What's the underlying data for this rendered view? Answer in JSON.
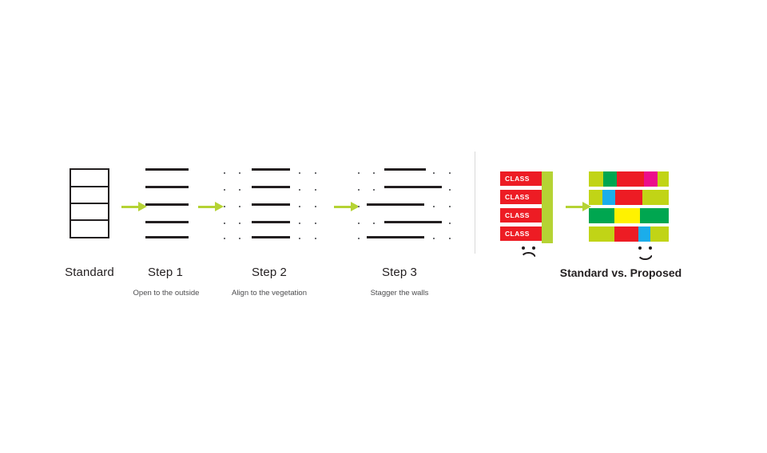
{
  "figure": {
    "background": "#ffffff",
    "accent_green": "#b5d334",
    "ink": "#231f20",
    "divider_color": "#d9d9d9"
  },
  "left_panel": {
    "stages": [
      {
        "id": "standard",
        "title": "Standard",
        "caption": "",
        "type": "closed-box",
        "cells": 4
      },
      {
        "id": "step-1",
        "title": "Step 1",
        "caption": "Open to the outside",
        "type": "open-walls",
        "walls": 5,
        "vegetation": false
      },
      {
        "id": "step-2",
        "title": "Step 2",
        "caption": "Align to the vegetation",
        "type": "open-walls",
        "walls": 5,
        "vegetation": true
      },
      {
        "id": "step-3",
        "title": "Step 3",
        "caption": "Stagger the walls",
        "type": "staggered-walls",
        "walls": 5,
        "vegetation": true
      }
    ],
    "arrows": [
      {
        "name": "arrow-standard-to-step1"
      },
      {
        "name": "arrow-step1-to-step2"
      },
      {
        "name": "arrow-step2-to-step3"
      }
    ]
  },
  "right_panel": {
    "title": "Standard vs. Proposed",
    "standard": {
      "label": "CLASS",
      "bar_color": "#ed1c24",
      "bar_text_color": "#ffffff",
      "corridor_color": "#b5d334",
      "rows": [
        {
          "label": "CLASS"
        },
        {
          "label": "CLASS"
        },
        {
          "label": "CLASS"
        },
        {
          "label": "CLASS"
        }
      ],
      "sentiment": "sad"
    },
    "proposed": {
      "sentiment": "happy",
      "rows": [
        {
          "cells": [
            {
              "color": "#c1d416",
              "width": 18
            },
            {
              "color": "#00a650",
              "width": 17
            },
            {
              "color": "#ed1c24",
              "width": 34
            },
            {
              "color": "#ec0d8c",
              "width": 17
            },
            {
              "color": "#c1d416",
              "width": 14
            }
          ]
        },
        {
          "cells": [
            {
              "color": "#c1d416",
              "width": 17
            },
            {
              "color": "#1badea",
              "width": 16
            },
            {
              "color": "#ed1c24",
              "width": 34
            },
            {
              "color": "#c1d416",
              "width": 33
            }
          ]
        },
        {
          "cells": [
            {
              "color": "#00a650",
              "width": 32
            },
            {
              "color": "#fff200",
              "width": 32
            },
            {
              "color": "#00a650",
              "width": 36
            }
          ]
        },
        {
          "cells": [
            {
              "color": "#c1d416",
              "width": 32
            },
            {
              "color": "#ed1c24",
              "width": 30
            },
            {
              "color": "#1badea",
              "width": 15
            },
            {
              "color": "#c1d416",
              "width": 23
            }
          ]
        }
      ]
    }
  }
}
